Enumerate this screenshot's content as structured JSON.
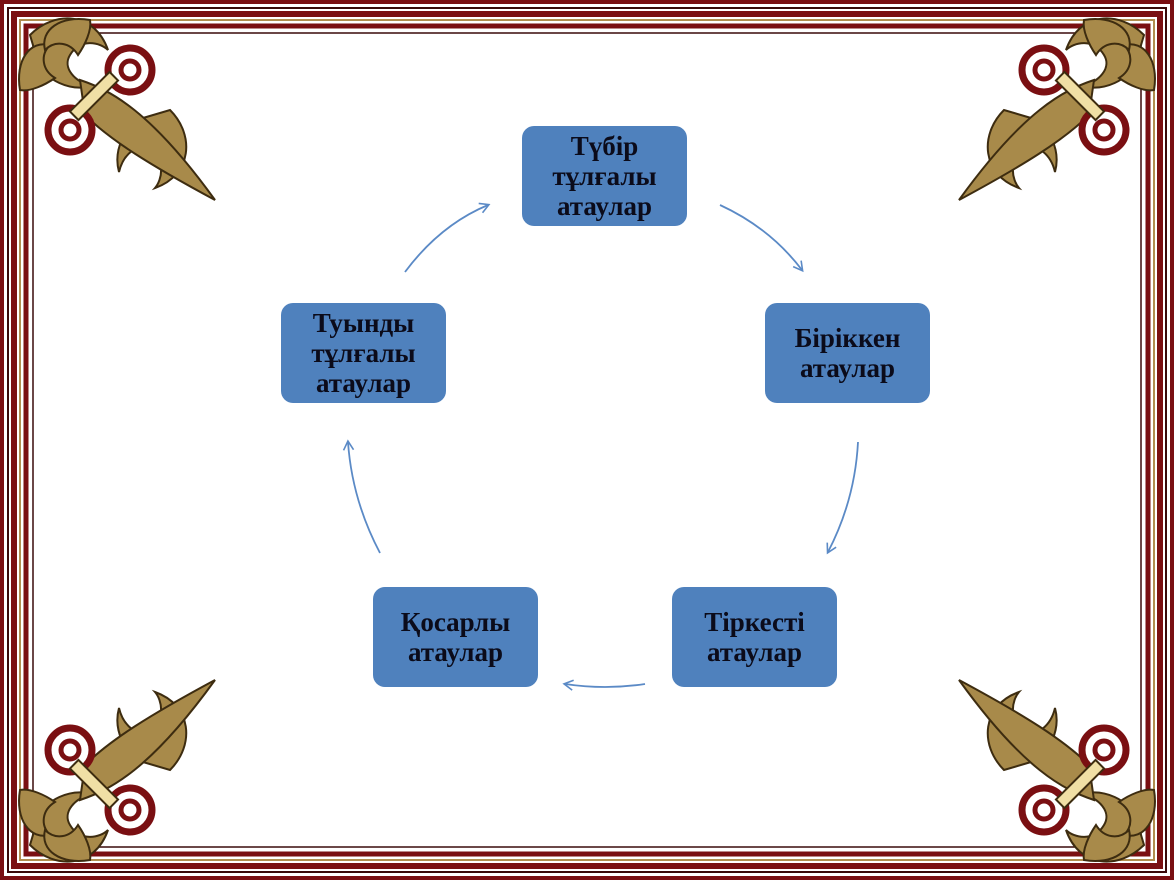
{
  "colors": {
    "node_fill": "#4f81bd",
    "arrow": "#5b8ac6",
    "border_dark_red": "#7a0f12",
    "border_gold": "#a88a4a",
    "background": "#ffffff"
  },
  "cycle": {
    "nodes": [
      {
        "id": "root",
        "label": "Түбір\nтұлғалы\nатаулар"
      },
      {
        "id": "compound",
        "label": "Біріккен\nатаулар"
      },
      {
        "id": "phrasal",
        "label": "Тіркесті\nатаулар"
      },
      {
        "id": "paired",
        "label": "Қосарлы\nатаулар"
      },
      {
        "id": "derived",
        "label": "Туынды\nтұлғалы\nатаулар"
      }
    ],
    "edges": [
      {
        "from": "root",
        "to": "compound"
      },
      {
        "from": "compound",
        "to": "phrasal"
      },
      {
        "from": "phrasal",
        "to": "paired"
      },
      {
        "from": "paired",
        "to": "derived"
      },
      {
        "from": "derived",
        "to": "root"
      }
    ]
  },
  "decorations": {
    "corner_ornament_icon": "fleur-de-lis-spiral-icon"
  }
}
